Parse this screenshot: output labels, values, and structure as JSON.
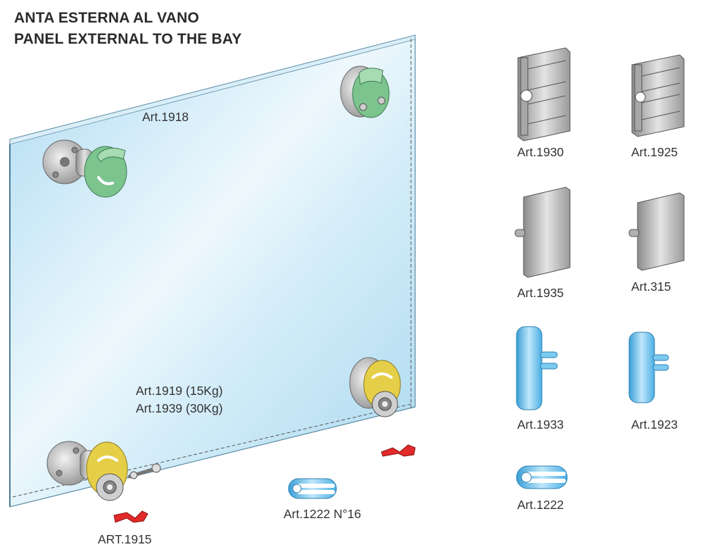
{
  "title": {
    "line1": "ANTA ESTERNA AL VANO",
    "line2": "PANEL EXTERNAL TO THE BAY"
  },
  "labels": {
    "art_1918": "Art.1918",
    "art_1919": "Art.1919 (15Kg)",
    "art_1939": "Art.1939 (30Kg)",
    "art_1915": "ART.1915",
    "art_1222_n16": "Art.1222 N°16",
    "art_1930": "Art.1930",
    "art_1925": "Art.1925",
    "art_1935": "Art.1935",
    "art_315": "Art.315",
    "art_1933": "Art.1933",
    "art_1923": "Art.1923",
    "art_1222": "Art.1222"
  },
  "colors": {
    "glass": "#bfe3f4",
    "green": "#78c08a",
    "yellow": "#e8d24a",
    "steel": "#b9b9b9",
    "blue": "#5bb6e6",
    "red": "#e02020"
  }
}
